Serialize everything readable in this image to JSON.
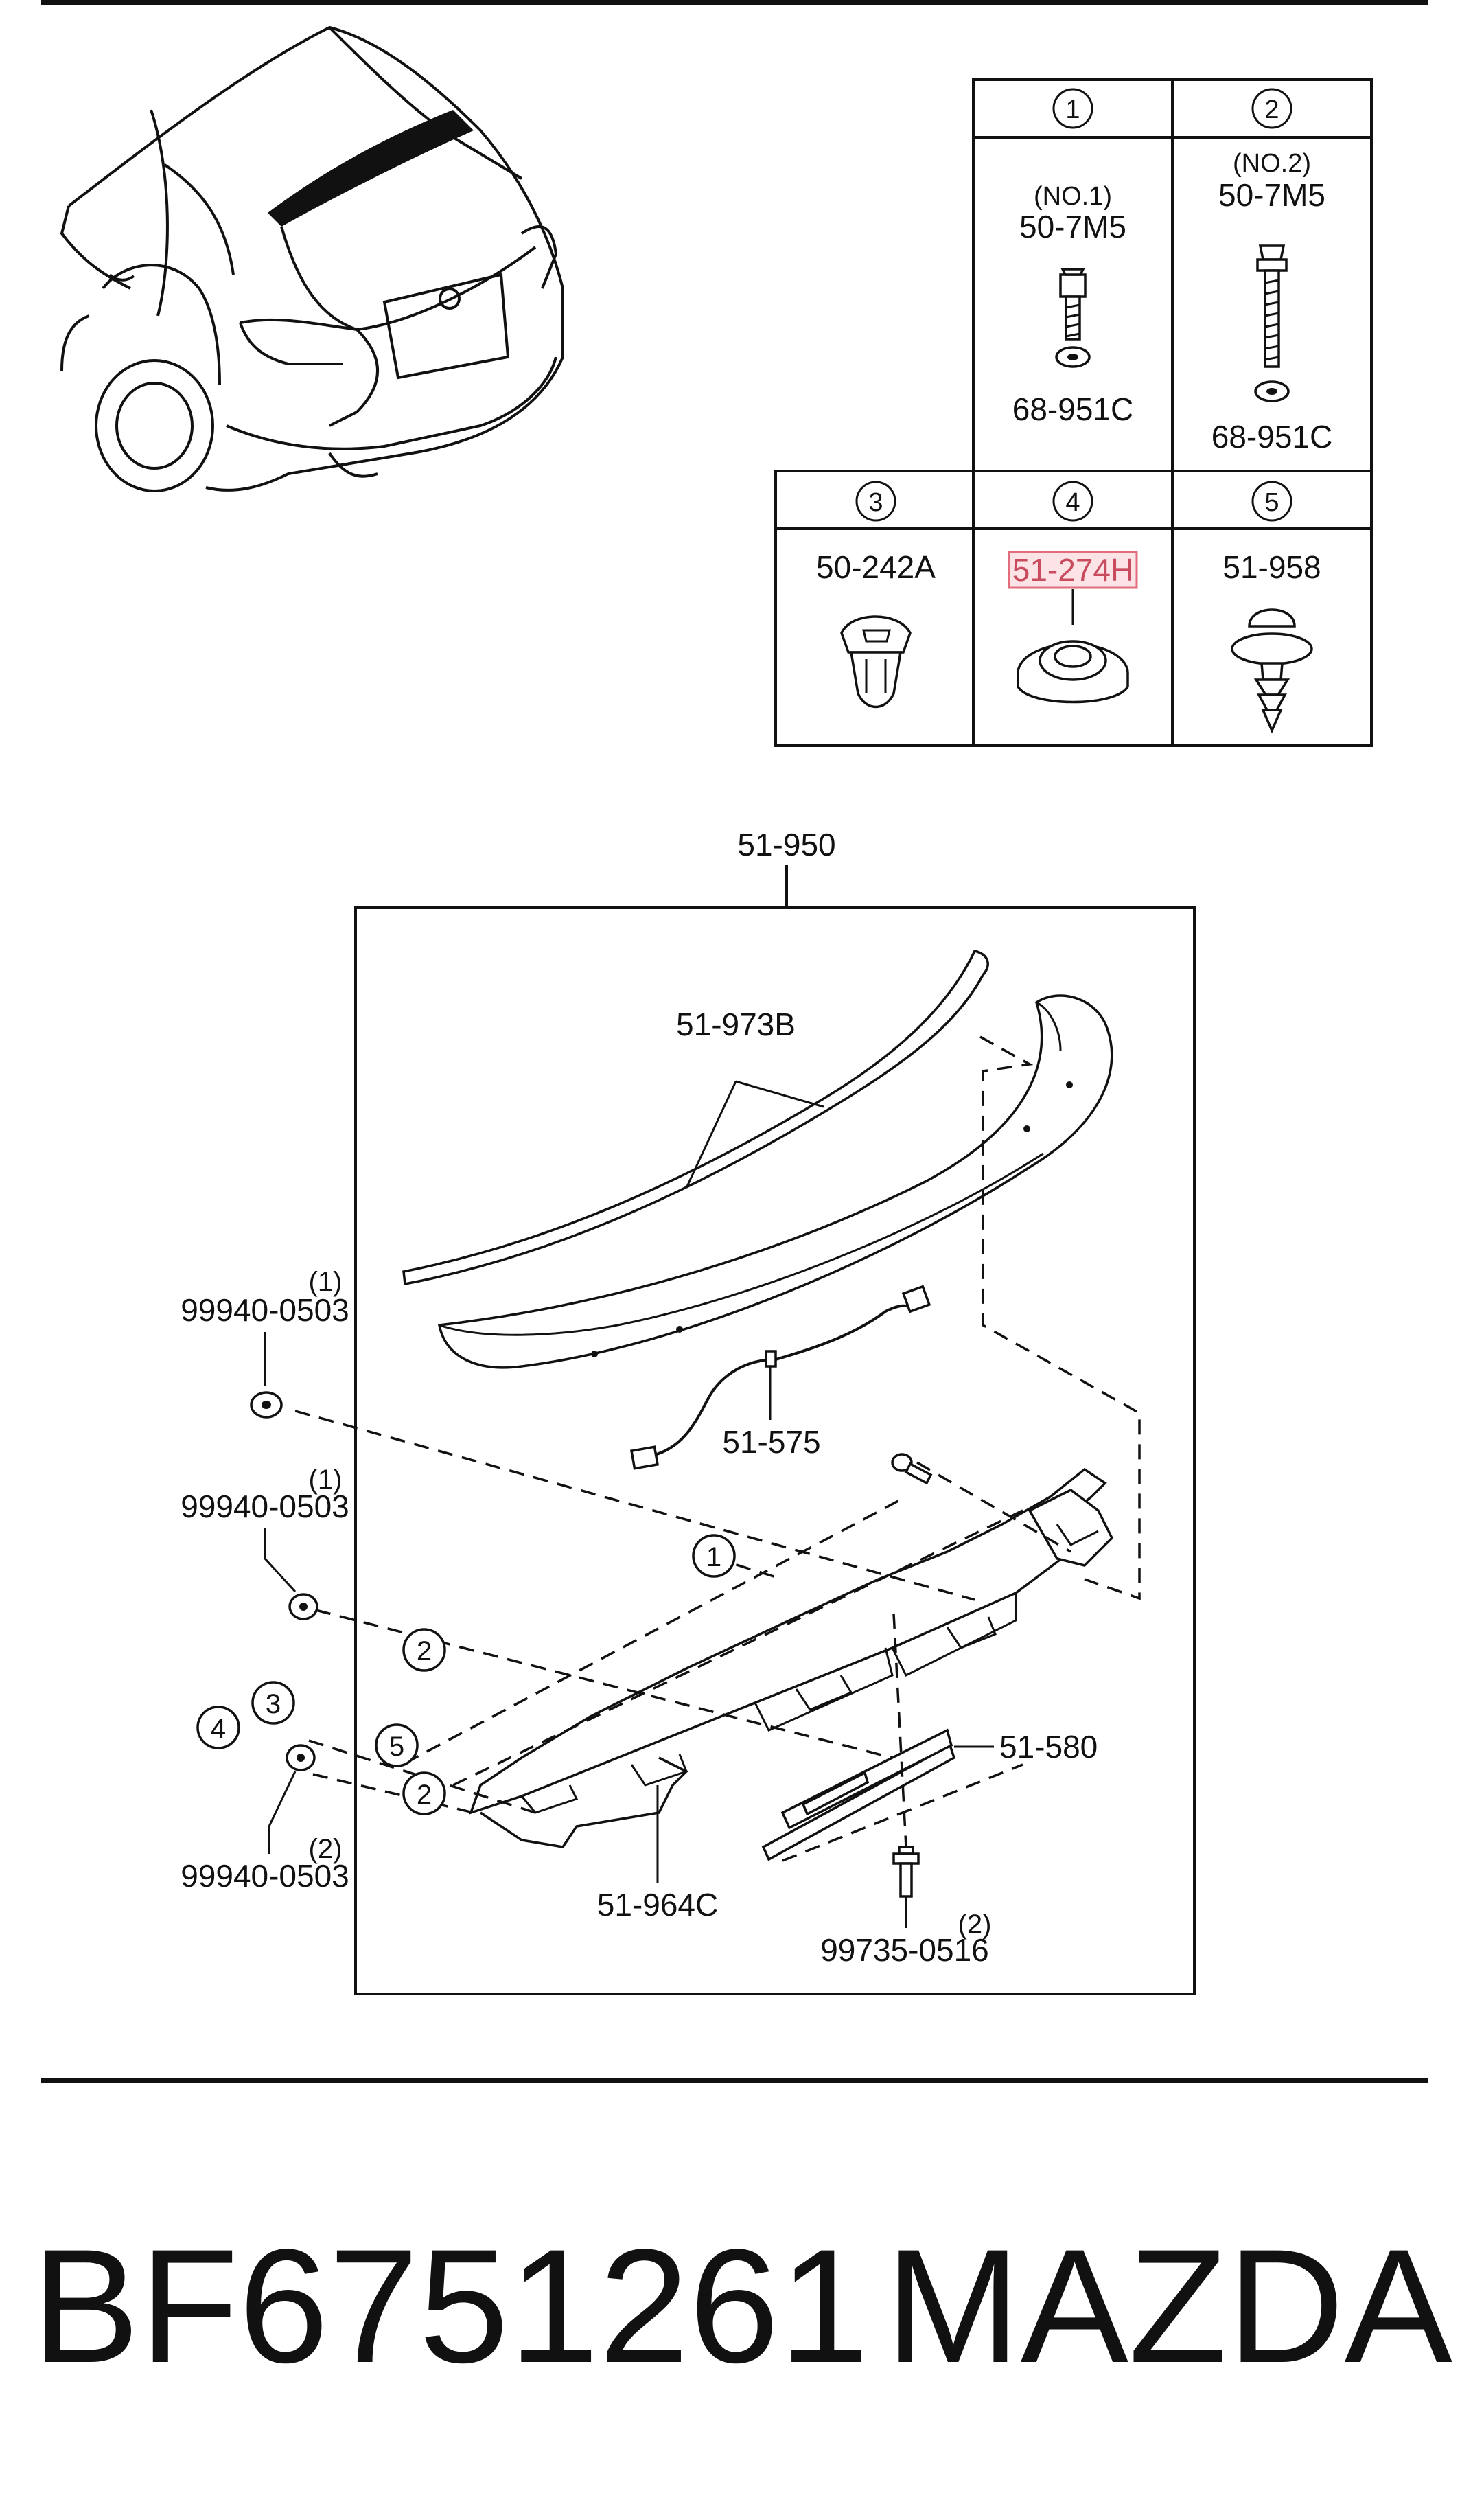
{
  "legend_table": {
    "cells": [
      {
        "id": "1",
        "variant": "(NO.1)",
        "part_top": "50-7M5",
        "part_bottom": "68-951C"
      },
      {
        "id": "2",
        "variant": "(NO.2)",
        "part_top": "50-7M5",
        "part_bottom": "68-951C"
      },
      {
        "id": "3",
        "part": "50-242A"
      },
      {
        "id": "4",
        "part": "51-274H"
      },
      {
        "id": "5",
        "part": "51-958"
      }
    ]
  },
  "diagram": {
    "assembly_label": "51-950",
    "spoiler_seal_label": "51-973B",
    "harness_label": "51-575",
    "bracket_label": "51-964C",
    "lamp_label": "51-580",
    "screw_label": "99735-0516",
    "screw_qty": "(2)",
    "nut_top_label": "99940-0503",
    "nut_top_qty": "(1)",
    "nut_mid_label": "99940-0503",
    "nut_mid_qty": "(1)",
    "nut_bottom_label": "99940-0503",
    "nut_bottom_qty": "(2)",
    "callouts": [
      "1",
      "2",
      "3",
      "4",
      "5",
      "2"
    ]
  },
  "footer": {
    "part_number": "BF6751261",
    "brand": "MAZDA"
  },
  "colors": {
    "highlight_fill": "#fbe3e6",
    "highlight_border": "#e26d7c",
    "line": "#111111"
  }
}
